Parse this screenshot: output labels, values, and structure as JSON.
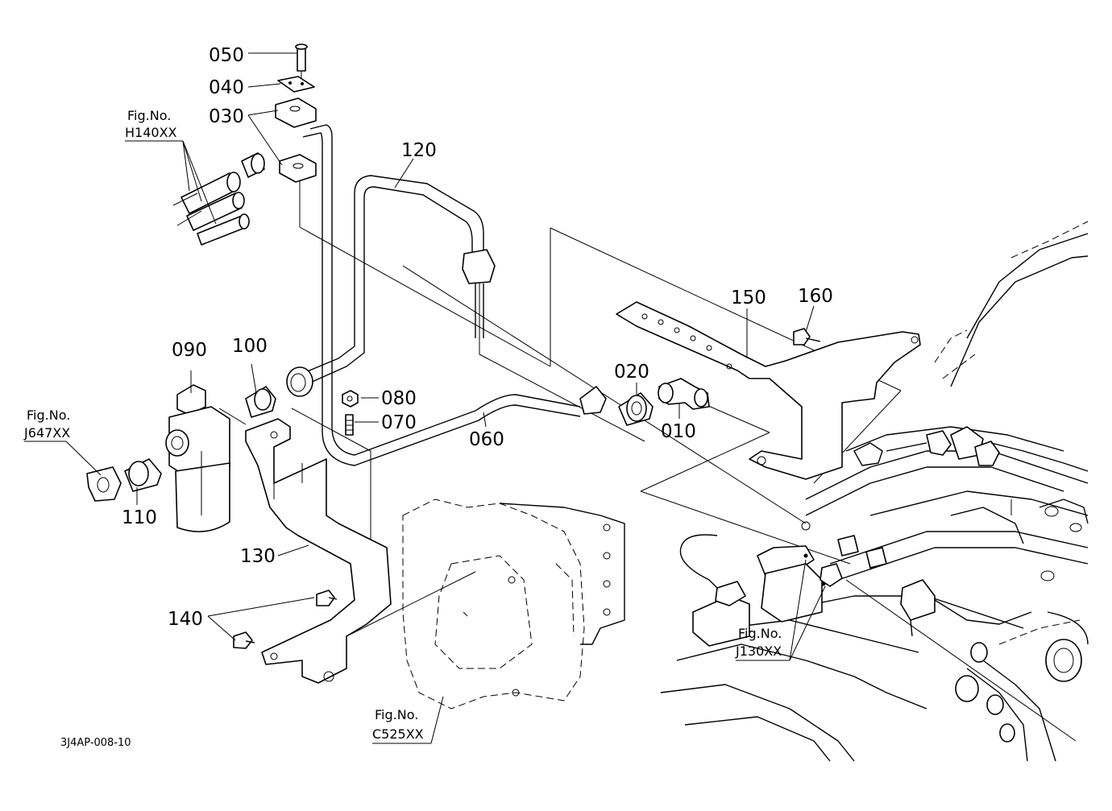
{
  "drawing_code": "3J4AP-008-10",
  "fig_prefix": "Fig.No.",
  "part_labels": {
    "p010": "010",
    "p020": "020",
    "p030": "030",
    "p040": "040",
    "p050": "050",
    "p060": "060",
    "p070": "070",
    "p080": "080",
    "p090": "090",
    "p100": "100",
    "p110": "110",
    "p120": "120",
    "p130": "130",
    "p140": "140",
    "p150": "150",
    "p160": "160"
  },
  "figure_refs": {
    "h140": "H140XX",
    "j647": "J647XX",
    "j130": "J130XX",
    "c525": "C525XX"
  }
}
